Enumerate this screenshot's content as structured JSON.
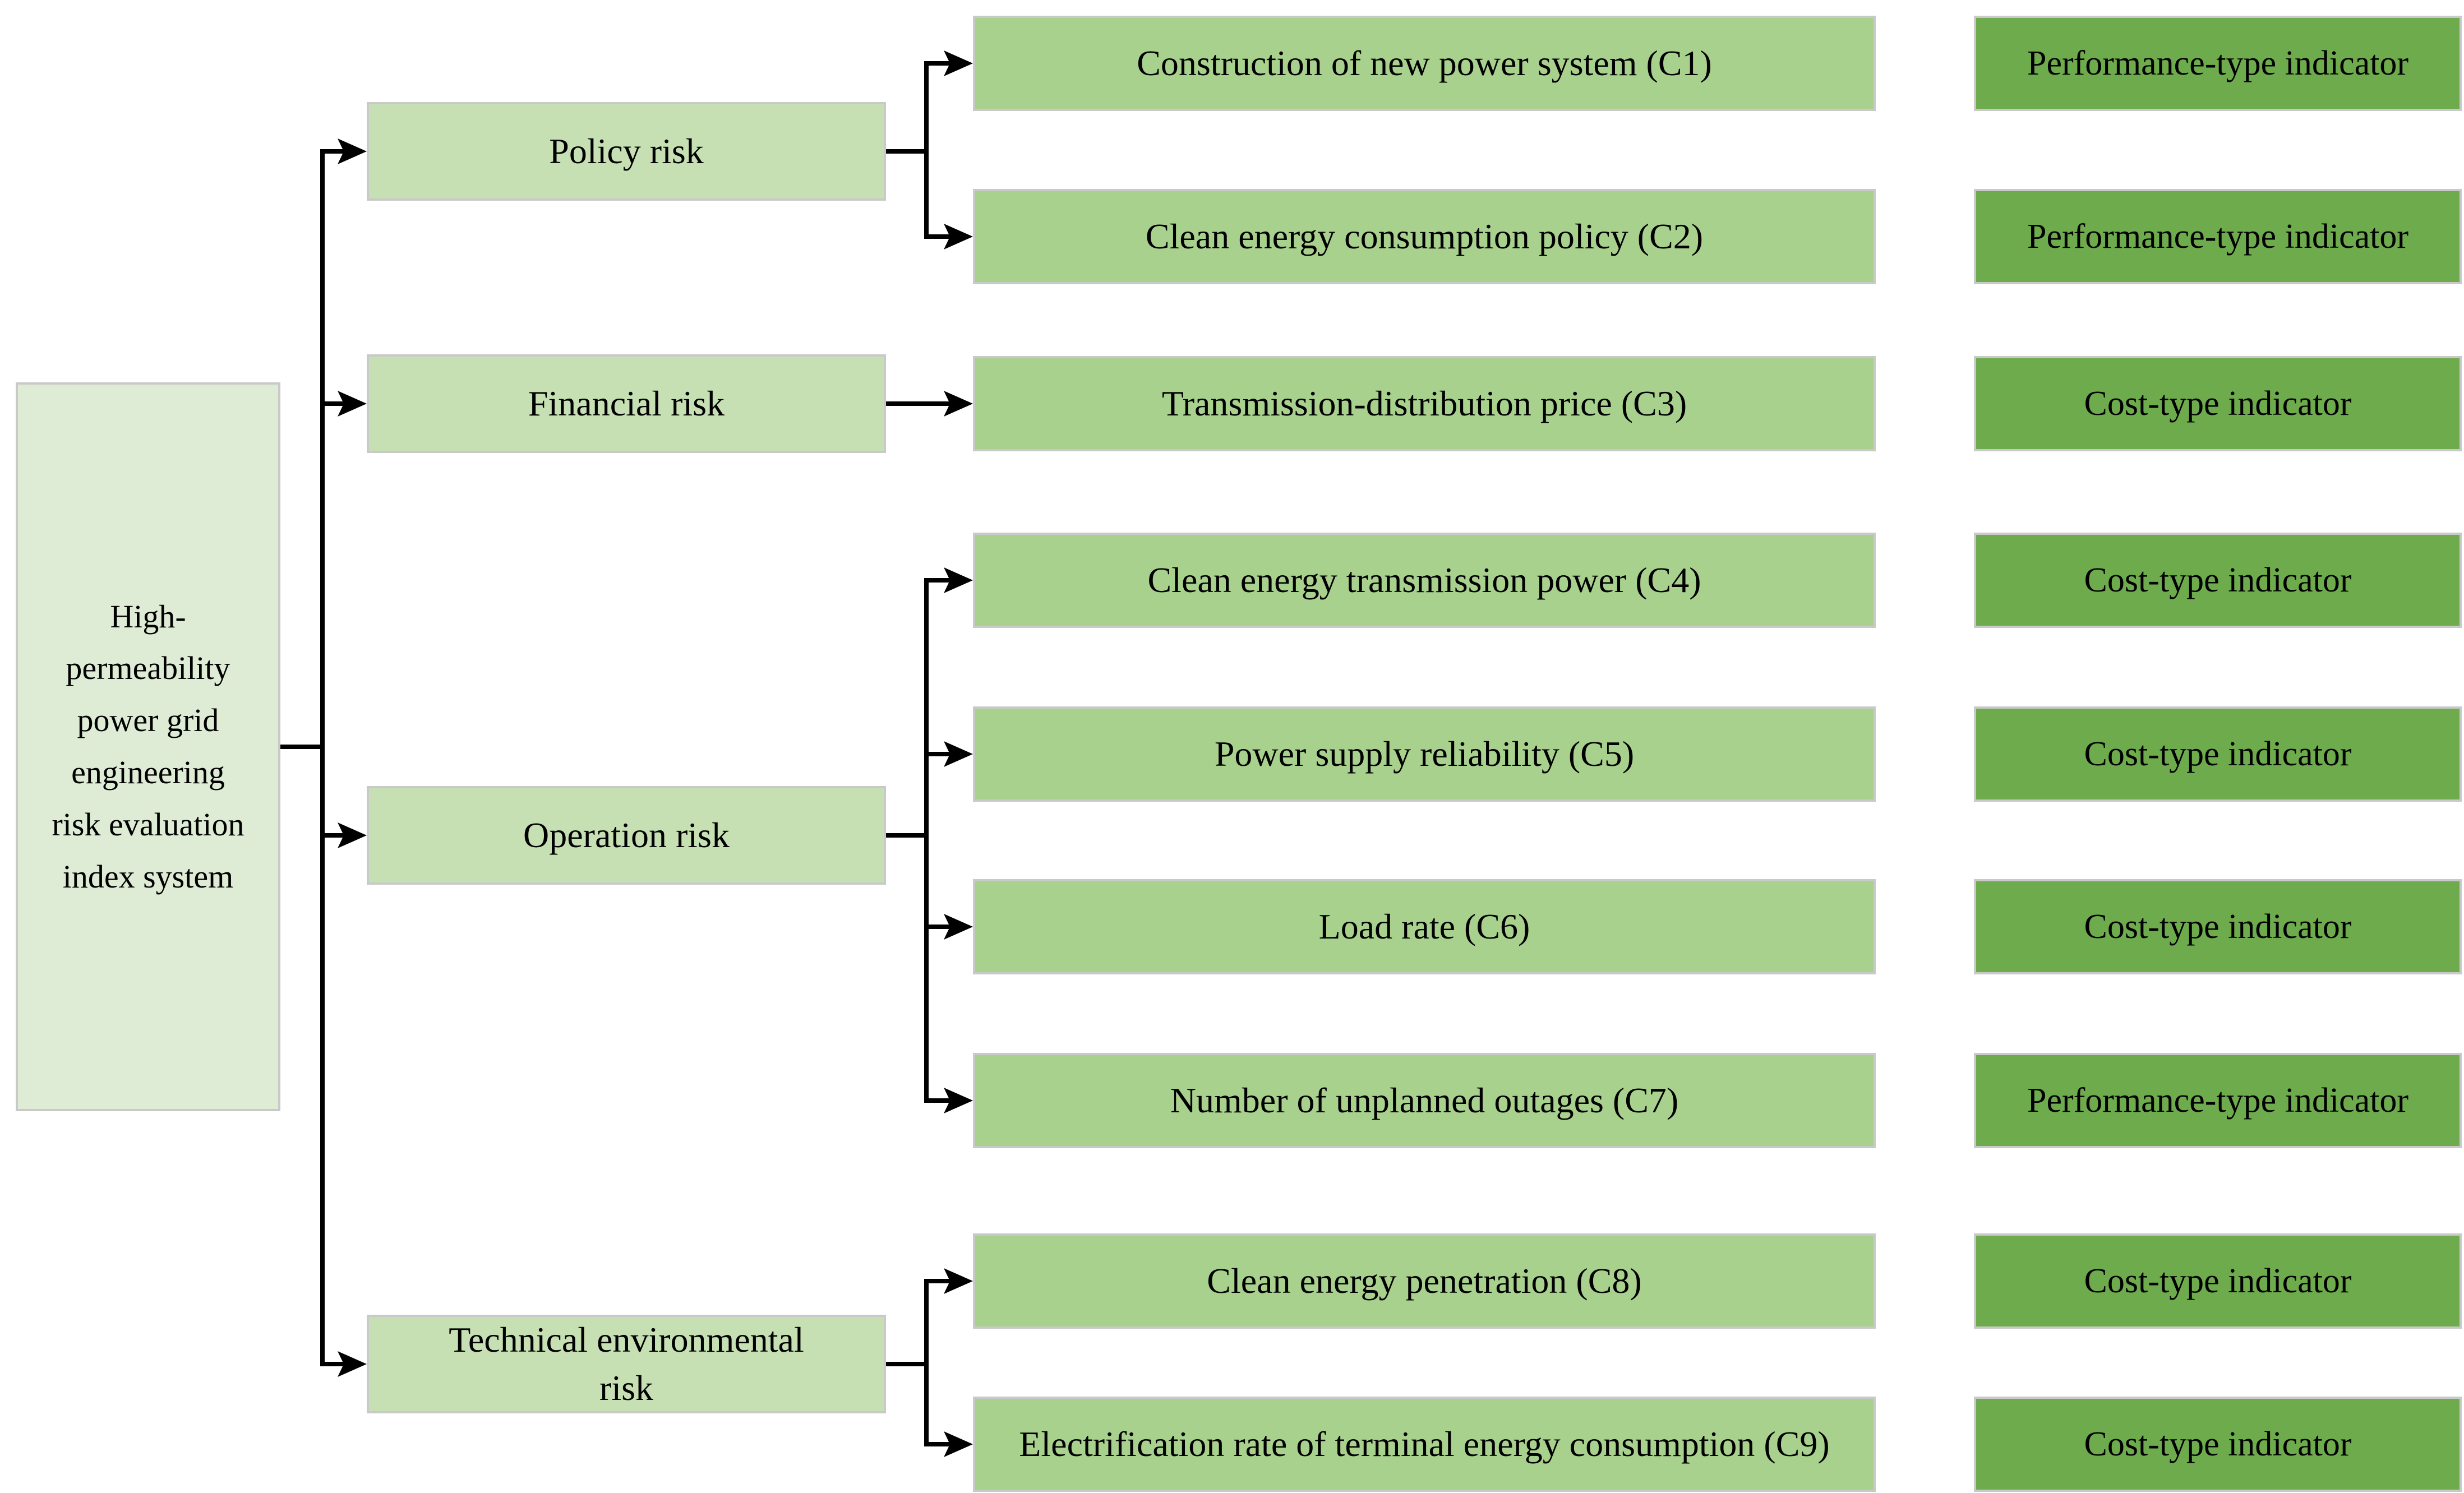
{
  "root": {
    "label": "High-\npermeability\npower grid\nengineering\nrisk evaluation\nindex system"
  },
  "categories": [
    {
      "label": "Policy risk"
    },
    {
      "label": "Financial risk"
    },
    {
      "label": "Operation risk"
    },
    {
      "label": "Technical environmental\nrisk"
    }
  ],
  "indicators": [
    {
      "label": "Construction of new power system (C1)",
      "type": "Performance-type indicator"
    },
    {
      "label": "Clean energy consumption policy (C2)",
      "type": "Performance-type indicator"
    },
    {
      "label": "Transmission-distribution price (C3)",
      "type": "Cost-type indicator"
    },
    {
      "label": "Clean energy transmission power (C4)",
      "type": "Cost-type indicator"
    },
    {
      "label": "Power supply reliability (C5)",
      "type": "Cost-type indicator"
    },
    {
      "label": "Load rate (C6)",
      "type": "Cost-type indicator"
    },
    {
      "label": "Number of unplanned outages (C7)",
      "type": "Performance-type indicator"
    },
    {
      "label": "Clean energy penetration (C8)",
      "type": "Cost-type indicator"
    },
    {
      "label": "Electrification rate of terminal energy consumption (C9)",
      "type": "Cost-type indicator"
    }
  ],
  "colors": {
    "background": "#ffffff",
    "text": "#000000",
    "connector": "#000000",
    "border": "#c9c9c9",
    "level1": "#dfecd5",
    "level2": "#c6e0b3",
    "level3": "#a9d18e",
    "level4": "#6dab4c"
  }
}
